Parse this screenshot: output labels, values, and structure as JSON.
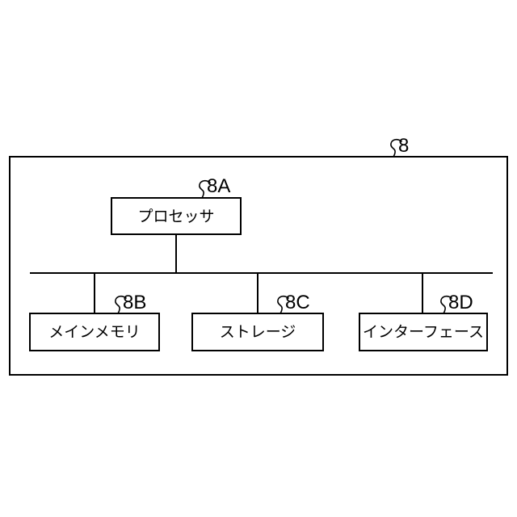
{
  "figure": {
    "reference": "8",
    "nodes": [
      {
        "ref": "8A",
        "label": "プロセッサ"
      },
      {
        "ref": "8B",
        "label": "メインメモリ"
      },
      {
        "ref": "8C",
        "label": "ストレージ"
      },
      {
        "ref": "8D",
        "label": "インターフェース"
      }
    ],
    "colors": {
      "background": "#ffffff",
      "line": "#000000",
      "text": "#000000"
    }
  }
}
